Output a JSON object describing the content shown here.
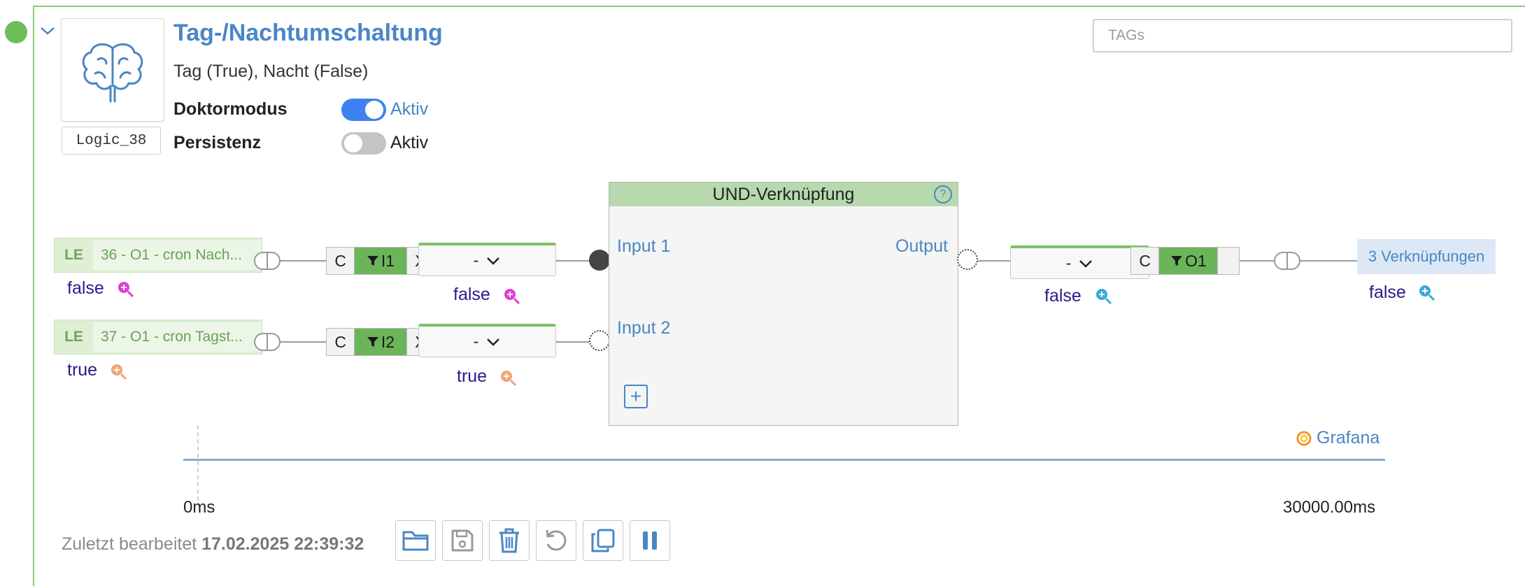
{
  "header": {
    "title": "Tag-/Nachtumschaltung",
    "subtitle": "Tag (True), Nacht (False)",
    "logic_id": "Logic_38",
    "tags_placeholder": "TAGs"
  },
  "settings": [
    {
      "label": "Doktormodus",
      "toggle_text": "Aktiv",
      "state": "on"
    },
    {
      "label": "Persistenz",
      "toggle_text": "Aktiv",
      "state": "off"
    }
  ],
  "inputs": [
    {
      "tag": "LE",
      "text": "36 - O1 - cron Nach...",
      "value": "false",
      "cbox": {
        "c": "C",
        "name": "I1",
        "x": "X"
      },
      "dropdown": "-",
      "dropdown_value": "false"
    },
    {
      "tag": "LE",
      "text": "37 - O1 - cron Tagst...",
      "value": "true",
      "cbox": {
        "c": "C",
        "name": "I2",
        "x": "X"
      },
      "dropdown": "-",
      "dropdown_value": "true"
    }
  ],
  "node": {
    "title": "UND-Verknüpfung",
    "help": "?",
    "input1": "Input 1",
    "input2": "Input 2",
    "output": "Output",
    "add": "+"
  },
  "output": {
    "dropdown": "-",
    "dropdown_value": "false",
    "cbox": {
      "c": "C",
      "name": "O1"
    },
    "link_text": "3 Verknüpfungen",
    "link_value": "false"
  },
  "timeline": {
    "start": "0ms",
    "end": "30000.00ms",
    "grafana": "Grafana"
  },
  "footer": {
    "edited_label": "Zuletzt bearbeitet",
    "edited_date": "17.02.2025 22:39:32"
  },
  "colors": {
    "accent": "#4a86c5",
    "green": "#6cbf5c",
    "magenta_zoom": "#e23cd8",
    "orange_zoom": "#f2a27a",
    "blue_zoom": "#3ba8d8"
  }
}
